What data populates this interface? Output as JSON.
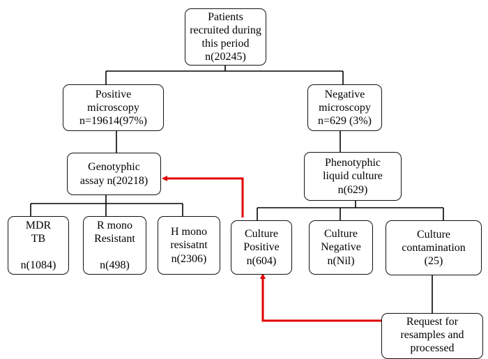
{
  "title": "",
  "colors": {
    "line": "#000000",
    "arrow": "#e00000"
  },
  "nodes": {
    "patients": {
      "lines": [
        "Patients",
        "recruited during",
        "this period",
        "n(20245)"
      ]
    },
    "positive_micro": {
      "lines": [
        "Positive",
        "microscopy",
        "n=19614(97%)"
      ]
    },
    "negative_micro": {
      "lines": [
        "Negative",
        "microscopy",
        "n=629 (3%)"
      ]
    },
    "genotypic": {
      "lines": [
        "Genotyphic",
        "assay n(20218)"
      ]
    },
    "phenotypic": {
      "lines": [
        "Phenotyphic",
        "liquid culture",
        "n(629)"
      ]
    },
    "mdr": {
      "lines": [
        "MDR",
        "TB",
        "",
        "n(1084)"
      ]
    },
    "r_mono": {
      "lines": [
        "R mono",
        "Resistant",
        "",
        "n(498)"
      ]
    },
    "h_mono": {
      "lines": [
        "H mono",
        "resisatnt",
        "n(2306)"
      ]
    },
    "culture_pos": {
      "lines": [
        "Culture",
        "Positive",
        "n(604)"
      ]
    },
    "culture_neg": {
      "lines": [
        "Culture",
        "Negative",
        "n(Nil)"
      ]
    },
    "culture_cont": {
      "lines": [
        "Culture",
        "contamination",
        "(25)"
      ]
    },
    "request": {
      "lines": [
        "Request for",
        "resamples and",
        "processed"
      ]
    }
  }
}
